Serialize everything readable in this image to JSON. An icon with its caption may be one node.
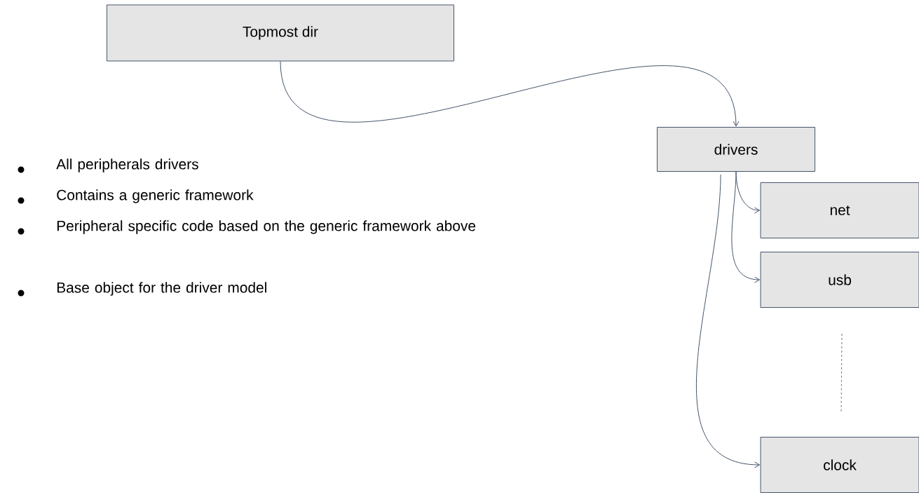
{
  "diagram": {
    "nodes": [
      {
        "text": [
          "Topmost dir"
        ]
      },
      {
        "text": [
          "drivers"
        ]
      },
      {
        "text": [
          "net"
        ]
      },
      {
        "text": [
          "usb"
        ]
      },
      {
        "text": [
          "clock"
        ]
      }
    ],
    "edges": [
      {
        "from": 0,
        "to": 1,
        "arrow": "to"
      },
      {
        "from": 1,
        "to": 2,
        "arrow": "to"
      },
      {
        "from": 1,
        "to": 3,
        "arrow": "to"
      },
      {
        "from": 1,
        "to": 4,
        "arrow": "to"
      }
    ],
    "labels": [
      "All peripherals drivers",
      "Contains a generic framework",
      "Peripheral specific code based on the generic framework above",
      "Base object for the driver model"
    ]
  }
}
